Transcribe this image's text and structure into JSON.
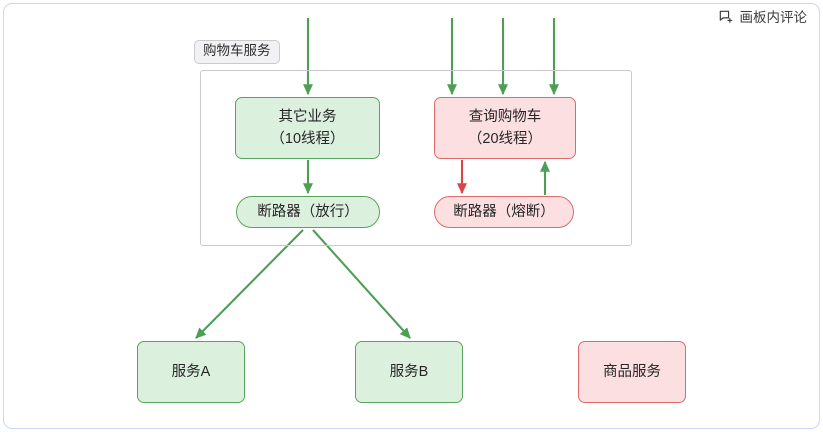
{
  "toolbar": {
    "comment_label": "画板内评论",
    "icon": "comment-plus-icon"
  },
  "diagram": {
    "group": {
      "label": "购物车服务"
    },
    "colors": {
      "green_fill": "#dcf0de",
      "green_stroke": "#5aa35e",
      "red_fill": "#fce0e1",
      "red_stroke": "#dc6a6a",
      "group_stroke": "#c9c9d2",
      "canvas_stroke": "#ccd6f7"
    },
    "nodes": [
      {
        "id": "other",
        "line1": "其它业务",
        "line2": "（10线程）",
        "color": "green",
        "shape": "rect"
      },
      {
        "id": "query",
        "line1": "查询购物车",
        "line2": "（20线程）",
        "color": "red",
        "shape": "rect"
      },
      {
        "id": "cb_pass",
        "line1": "断路器（放行）",
        "line2": "",
        "color": "green",
        "shape": "pill"
      },
      {
        "id": "cb_open",
        "line1": "断路器（熔断）",
        "line2": "",
        "color": "red",
        "shape": "pill"
      },
      {
        "id": "svc_a",
        "line1": "服务A",
        "line2": "",
        "color": "green",
        "shape": "rect"
      },
      {
        "id": "svc_b",
        "line1": "服务B",
        "line2": "",
        "color": "green",
        "shape": "rect"
      },
      {
        "id": "product",
        "line1": "商品服务",
        "line2": "",
        "color": "red",
        "shape": "rect"
      }
    ],
    "edges": [
      {
        "from": "inbound-1",
        "to": "other",
        "color": "green"
      },
      {
        "from": "inbound-2",
        "to": "query",
        "color": "green"
      },
      {
        "from": "inbound-3",
        "to": "query",
        "color": "green"
      },
      {
        "from": "inbound-4",
        "to": "query",
        "color": "green"
      },
      {
        "from": "other",
        "to": "cb_pass",
        "color": "green"
      },
      {
        "from": "query",
        "to": "cb_open",
        "color": "red"
      },
      {
        "from": "cb_open",
        "to": "query",
        "color": "green"
      },
      {
        "from": "cb_pass",
        "to": "svc_a",
        "color": "green"
      },
      {
        "from": "cb_pass",
        "to": "svc_b",
        "color": "green"
      }
    ]
  }
}
